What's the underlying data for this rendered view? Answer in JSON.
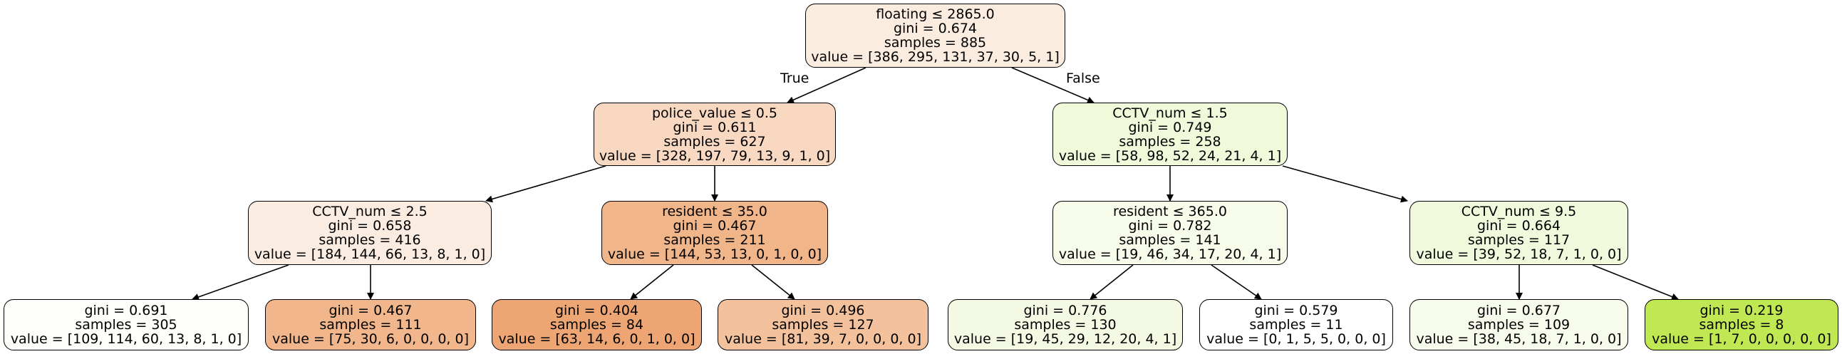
{
  "tree": {
    "nodes": {
      "n0": {
        "split": "floating ≤ 2865.0",
        "gini": "gini = 0.674",
        "samples": "samples = 885",
        "value": "value = [386, 295, 131, 37, 30, 5, 1]",
        "fill": "#fbece0"
      },
      "n1": {
        "split": "police_value ≤ 0.5",
        "gini": "gini = 0.611",
        "samples": "samples = 627",
        "value": "value = [328, 197, 79, 13, 9, 1, 0]",
        "fill": "#f8d8c1"
      },
      "n2": {
        "split": "CCTV_num ≤ 1.5",
        "gini": "gini = 0.749",
        "samples": "samples = 258",
        "value": "value = [58, 98, 52, 24, 21, 4, 1]",
        "fill": "#f0f9d9"
      },
      "n3": {
        "split": "CCTV_num ≤ 2.5",
        "gini": "gini = 0.658",
        "samples": "samples = 416",
        "value": "value = [184, 144, 66, 13, 8, 1, 0]",
        "fill": "#fbece1"
      },
      "n4": {
        "split": "resident ≤ 35.0",
        "gini": "gini = 0.467",
        "samples": "samples = 211",
        "value": "value = [144, 53, 13, 0, 1, 0, 0]",
        "fill": "#f1b58a"
      },
      "n5": {
        "split": "resident ≤ 365.0",
        "gini": "gini = 0.782",
        "samples": "samples = 141",
        "value": "value = [19, 46, 34, 17, 20, 4, 1]",
        "fill": "#f6fbea"
      },
      "n6": {
        "split": "CCTV_num ≤ 9.5",
        "gini": "gini = 0.664",
        "samples": "samples = 117",
        "value": "value = [39, 52, 18, 7, 1, 0, 0]",
        "fill": "#f1f9dd"
      },
      "n7": {
        "gini": "gini = 0.691",
        "samples": "samples = 305",
        "value": "value = [109, 114, 60, 13, 8, 1, 0]",
        "fill": "#fdfdf9"
      },
      "n8": {
        "gini": "gini = 0.467",
        "samples": "samples = 111",
        "value": "value = [75, 30, 6, 0, 0, 0, 0]",
        "fill": "#f1b68b"
      },
      "n9": {
        "gini": "gini = 0.404",
        "samples": "samples = 84",
        "value": "value = [63, 14, 6, 0, 1, 0, 0]",
        "fill": "#eda673"
      },
      "n10": {
        "gini": "gini = 0.496",
        "samples": "samples = 127",
        "value": "value = [81, 39, 7, 0, 0, 0, 0]",
        "fill": "#f3c29d"
      },
      "n11": {
        "gini": "gini = 0.776",
        "samples": "samples = 130",
        "value": "value = [19, 45, 29, 12, 20, 4, 1]",
        "fill": "#f3f9e2"
      },
      "n12": {
        "gini": "gini = 0.579",
        "samples": "samples = 11",
        "value": "value = [0, 1, 5, 5, 0, 0, 0]",
        "fill": "#ffffff"
      },
      "n13": {
        "gini": "gini = 0.677",
        "samples": "samples = 109",
        "value": "value = [38, 45, 18, 7, 1, 0, 0]",
        "fill": "#f6fbeb"
      },
      "n14": {
        "gini": "gini = 0.219",
        "samples": "samples = 8",
        "value": "value = [1, 7, 0, 0, 0, 0, 0]",
        "fill": "#c0e852"
      }
    },
    "edge_labels": {
      "true_label": "True",
      "false_label": "False"
    }
  }
}
